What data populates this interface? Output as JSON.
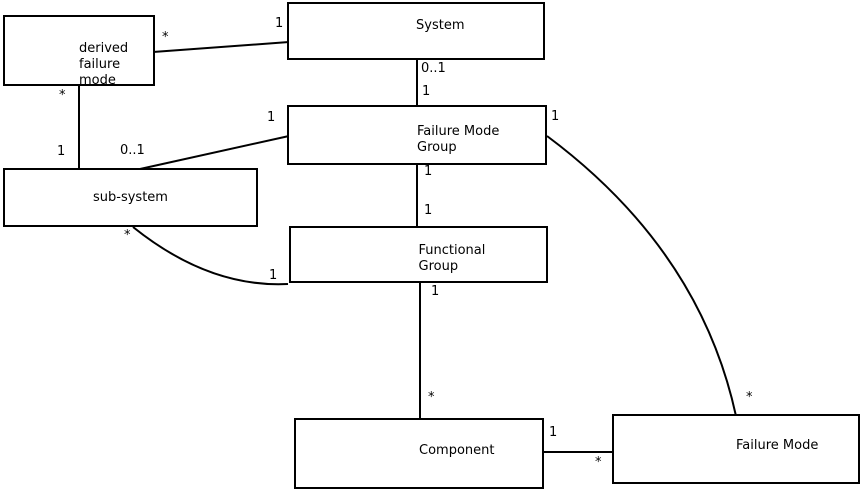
{
  "diagram": {
    "kind": "class-association-diagram",
    "boxes": [
      {
        "id": "derived-failure-mode",
        "label": "derived\nfailure\nmode"
      },
      {
        "id": "system",
        "label": "System"
      },
      {
        "id": "failure-mode-group",
        "label": "Failure Mode\nGroup"
      },
      {
        "id": "sub-system",
        "label": "sub-system"
      },
      {
        "id": "functional-group",
        "label": "Functional\nGroup"
      },
      {
        "id": "component",
        "label": "Component"
      },
      {
        "id": "failure-mode",
        "label": "Failure Mode"
      }
    ],
    "associations": [
      {
        "from": "derived failure mode",
        "to": "System",
        "from_label": "*",
        "to_label": "1",
        "shape": "straight"
      },
      {
        "from": "derived failure mode",
        "to": "sub-system",
        "from_label": "*",
        "to_label": "1",
        "shape": "straight"
      },
      {
        "from": "System",
        "to": "Failure Mode Group",
        "from_label": "0..1",
        "to_label": "1",
        "shape": "straight"
      },
      {
        "from": "Failure Mode Group",
        "to": "sub-system",
        "from_label": "1",
        "to_label": "0..1",
        "shape": "straight"
      },
      {
        "from": "sub-system",
        "to": "Functional Group",
        "from_label": "*",
        "to_label": "1",
        "shape": "curve"
      },
      {
        "from": "Failure Mode Group",
        "to": "Functional Group",
        "from_label": "1",
        "to_label": "1",
        "shape": "straight"
      },
      {
        "from": "Functional Group",
        "to": "Component",
        "from_label": "1",
        "to_label": "*",
        "shape": "straight"
      },
      {
        "from": "Component",
        "to": "Failure Mode",
        "from_label": "1",
        "to_label": "*",
        "shape": "straight"
      },
      {
        "from": "Failure Mode Group",
        "to": "Failure Mode",
        "from_label": "1",
        "to_label": "*",
        "shape": "curve"
      }
    ],
    "colors": {
      "line": "#000000",
      "box_border": "#000000",
      "box_fill": "#ffffff",
      "background": "#ffffff"
    }
  }
}
